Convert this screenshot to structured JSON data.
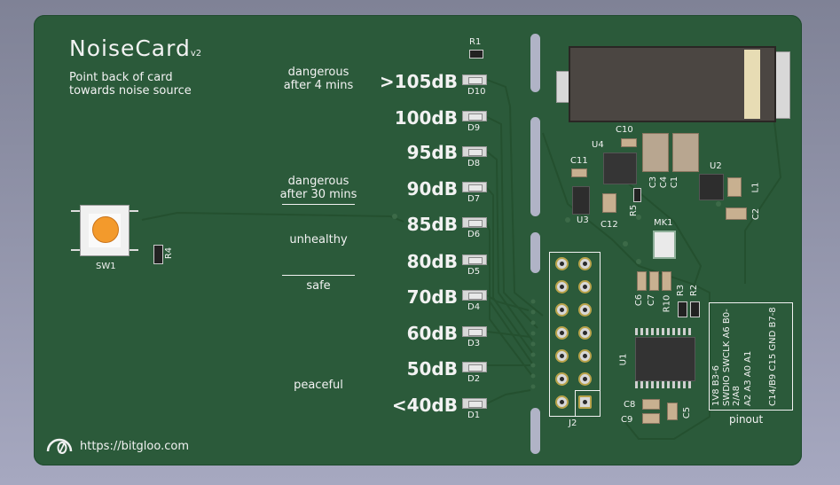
{
  "title": "NoiseCard",
  "version": "v2",
  "subtitle_line1": "Point back of card",
  "subtitle_line2": "towards noise source",
  "url": "https://bitgloo.com",
  "levels": [
    ">105dB",
    "100dB",
    "95dB",
    "90dB",
    "85dB",
    "80dB",
    "70dB",
    "60dB",
    "50dB",
    "<40dB"
  ],
  "leds": [
    "D10",
    "D9",
    "D8",
    "D7",
    "D6",
    "D5",
    "D4",
    "D3",
    "D2",
    "D1"
  ],
  "zones": {
    "z1a": "dangerous",
    "z1b": "after 4 mins",
    "z2a": "dangerous",
    "z2b": "after 30 mins",
    "z3": "unhealthy",
    "z4": "safe",
    "z5": "peaceful"
  },
  "refs": {
    "r1": "R1",
    "r2": "R2",
    "r3": "R3",
    "r4": "R4",
    "r5": "R5",
    "r10": "R10",
    "sw1": "SW1",
    "u1": "U1",
    "u2": "U2",
    "u3": "U3",
    "u4": "U4",
    "c1": "C1",
    "c2": "C2",
    "c3": "C3",
    "c4": "C4",
    "c5": "C5",
    "c6": "C6",
    "c7": "C7",
    "c8": "C8",
    "c9": "C9",
    "c10": "C10",
    "c11": "C11",
    "c12": "C12",
    "l1": "L1",
    "mk1": "MK1",
    "j2": "J2"
  },
  "pinout_label": "pinout",
  "pinout_cols": [
    "1V8 B3-6",
    "SWDIO SWCLK A6 B0-2/A8",
    "A2 A3 A0 A1",
    "C14/B9 C15 GND B7-8"
  ]
}
